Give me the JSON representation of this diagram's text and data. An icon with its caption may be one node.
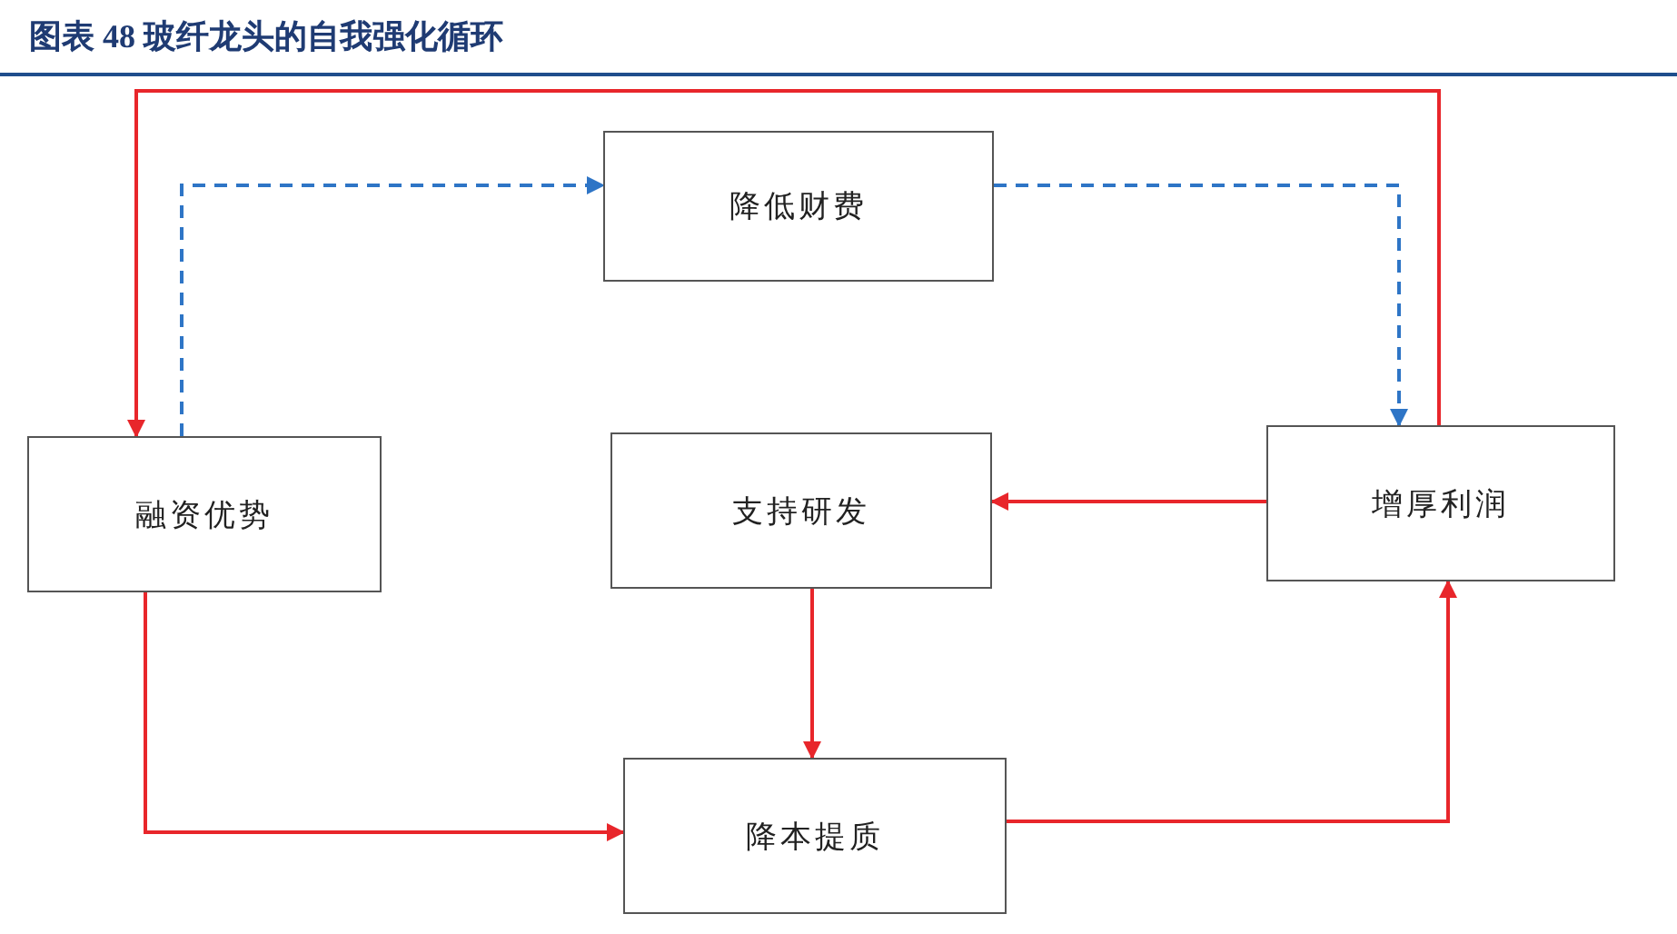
{
  "diagram": {
    "title": "图表 48 玻纤龙头的自我强化循环",
    "nodes": [
      {
        "text": [
          "降低财费"
        ]
      },
      {
        "text": [
          "融资优势"
        ]
      },
      {
        "text": [
          "支持研发"
        ]
      },
      {
        "text": [
          "增厚利润"
        ]
      },
      {
        "text": [
          "降本提质"
        ]
      }
    ],
    "edges": [
      {
        "from": 1,
        "to": 0,
        "arrow": "to",
        "style": "dashed",
        "color": "#2e75c6"
      },
      {
        "from": 0,
        "to": 3,
        "arrow": "to",
        "style": "dashed",
        "color": "#2e75c6"
      },
      {
        "from": 3,
        "to": 1,
        "arrow": "to"
      },
      {
        "from": 3,
        "to": 2,
        "arrow": "to"
      },
      {
        "from": 2,
        "to": 4,
        "arrow": "to"
      },
      {
        "from": 1,
        "to": 4,
        "arrow": "to"
      },
      {
        "from": 4,
        "to": 3,
        "arrow": "to"
      }
    ]
  }
}
